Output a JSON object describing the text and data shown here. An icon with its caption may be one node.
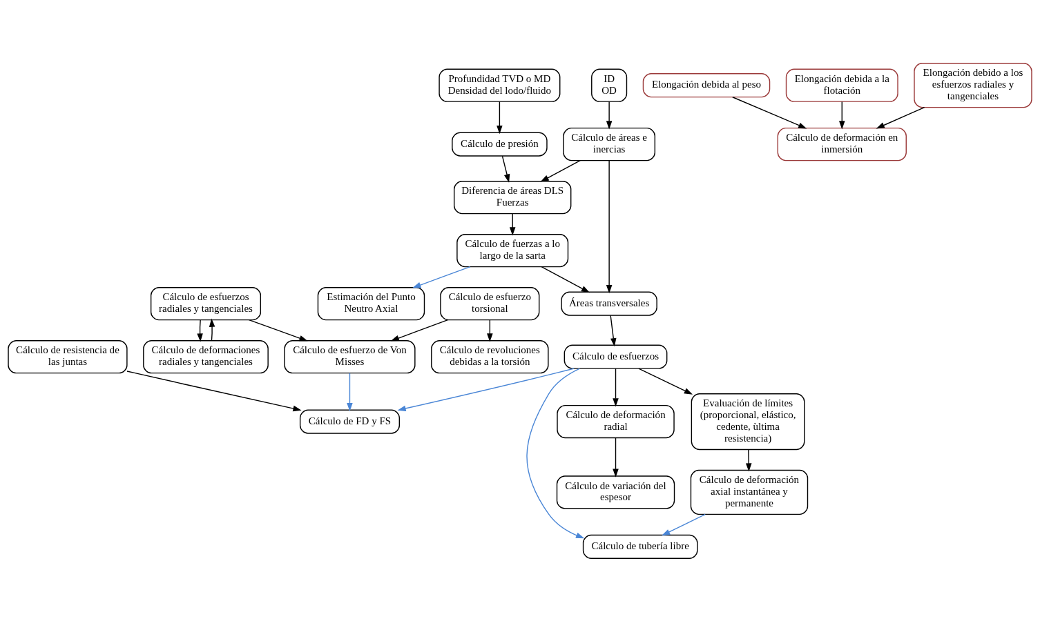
{
  "diagram": {
    "nodes": [
      {
        "text": [
          "ID",
          "OD"
        ]
      },
      {
        "text": [
          "Cálculo de áreas e inercias"
        ]
      },
      {
        "text": [
          "Profundidad TVD o MD",
          "Densidad del lodo/fluido"
        ]
      },
      {
        "text": [
          "Cálculo de presión"
        ]
      },
      {
        "text": [
          "Diferencia de áreas DLS",
          "Fuerzas"
        ]
      },
      {
        "text": [
          "Cálculo de fuerzas a lo largo de la sarta"
        ]
      },
      {
        "text": [
          "Áreas transversales"
        ]
      },
      {
        "text": [
          "Cálculo de FD y FS"
        ]
      },
      {
        "text": [
          "Cálculo de deformación axial instantánea y permanente"
        ]
      },
      {
        "text": [
          "Evaluación de límites (proporcional, elástico, cedente, ùltima resistencia)"
        ]
      },
      {
        "text": [
          "Cálculo de esfuerzos"
        ]
      },
      {
        "text": [
          "Cálculo de resistencia de las juntas"
        ]
      },
      {
        "text": [
          "Cálculo de esfuerzos radiales y tangenciales"
        ]
      },
      {
        "text": [
          "Cálculo de deformaciones radiales y tangenciales"
        ]
      },
      {
        "text": [
          "Cálculo de variación del espesor"
        ]
      },
      {
        "text": [
          "Cálculo de deformación radial"
        ]
      },
      {
        "text": [
          "Cálculo de esfuerzo de Von Misses"
        ]
      },
      {
        "text": [
          "Cálculo de tubería libre"
        ]
      },
      {
        "text": [
          "Cálculo de esfuerzo torsional"
        ]
      },
      {
        "text": [
          "Elongación debida al peso"
        ]
      },
      {
        "text": [
          "Estimación del Punto Neutro Axial"
        ]
      },
      {
        "text": [
          "Cálculo de deformación en inmersión"
        ]
      },
      {
        "text": [
          "Elongación debida a la flotación"
        ]
      },
      {
        "text": [
          "Elongación debido a los esfuerzos radiales y tangenciales"
        ]
      },
      {
        "text": [
          "Cálculo de revoluciones debidas a la torsión"
        ]
      }
    ],
    "edges": [
      {
        "from": 0,
        "to": 1,
        "arrow": "to"
      },
      {
        "from": 1,
        "to": 4,
        "arrow": "to"
      },
      {
        "from": 1,
        "to": 6,
        "arrow": "to"
      },
      {
        "from": 2,
        "to": 3,
        "arrow": "to"
      },
      {
        "from": 3,
        "to": 4,
        "arrow": "to"
      },
      {
        "from": 4,
        "to": 5,
        "arrow": "to"
      },
      {
        "from": 5,
        "to": 6,
        "arrow": "to"
      },
      {
        "from": 5,
        "to": 20,
        "arrow": "to",
        "color": "#4a86d6"
      },
      {
        "from": 6,
        "to": 10,
        "arrow": "to"
      },
      {
        "from": 10,
        "to": 9,
        "arrow": "to"
      },
      {
        "from": 9,
        "to": 8,
        "arrow": "to"
      },
      {
        "from": 10,
        "to": 7,
        "arrow": "to",
        "color": "#4a86d6"
      },
      {
        "from": 8,
        "to": 17,
        "arrow": "to",
        "color": "#4a86d6"
      },
      {
        "from": 10,
        "to": 17,
        "arrow": "to",
        "color": "#4a86d6"
      },
      {
        "from": 10,
        "to": 15,
        "arrow": "to"
      },
      {
        "from": 15,
        "to": 14,
        "arrow": "to"
      },
      {
        "from": 11,
        "to": 7,
        "arrow": "to"
      },
      {
        "from": 13,
        "to": 12,
        "arrow": "to"
      },
      {
        "from": 12,
        "to": 13,
        "arrow": "to"
      },
      {
        "from": 12,
        "to": 16,
        "arrow": "to"
      },
      {
        "from": 16,
        "to": 7,
        "arrow": "to",
        "color": "#4a86d6"
      },
      {
        "from": 18,
        "to": 16,
        "arrow": "to"
      },
      {
        "from": 18,
        "to": 24,
        "arrow": "to"
      },
      {
        "from": 19,
        "to": 21,
        "arrow": "to"
      },
      {
        "from": 22,
        "to": 21,
        "arrow": "to"
      },
      {
        "from": 23,
        "to": 21,
        "arrow": "to"
      }
    ]
  }
}
